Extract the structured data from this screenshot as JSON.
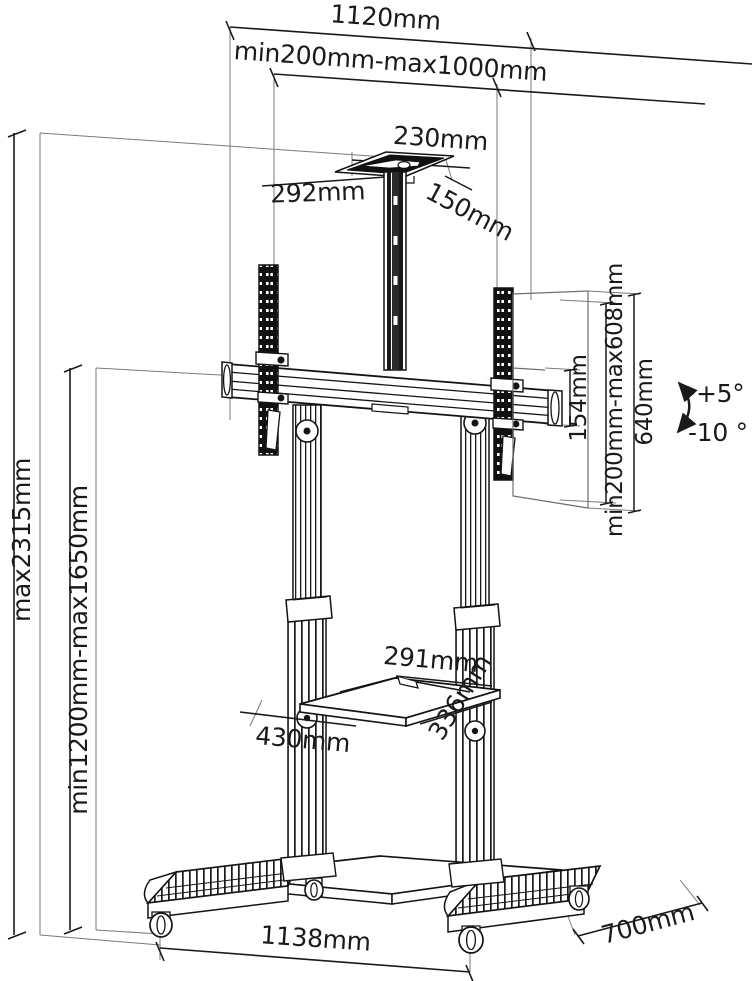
{
  "drawing": {
    "title": "Mobile TV cart / trolley dimensioned technical drawing",
    "view": "isometric line drawing",
    "line_color": "#141414",
    "extension_line_color": "#6e6e6e",
    "background_color": "#ffffff",
    "units": "mm"
  },
  "dimensions": {
    "overall_width_top": "1120mm",
    "mount_width_range": "min200mm-max1000mm",
    "camera_shelf_width": "230mm",
    "camera_shelf_depth_left": "292mm",
    "camera_shelf_depth_right": "150mm",
    "bracket_detail_height": "154mm",
    "mount_height_range": "min200mm-max608mm",
    "mount_overall_height": "640mm",
    "total_max_height": "max2315mm",
    "screen_center_height_range": "min1200mm-max1650mm",
    "tray_width": "291mm",
    "tray_depth_front": "430mm",
    "tray_depth_side": "336mm",
    "base_width": "1138mm",
    "base_depth": "700mm"
  },
  "tilt": {
    "up": "+5°",
    "down": "-10 °",
    "icon": "tilt-arc-arrow-icon"
  }
}
